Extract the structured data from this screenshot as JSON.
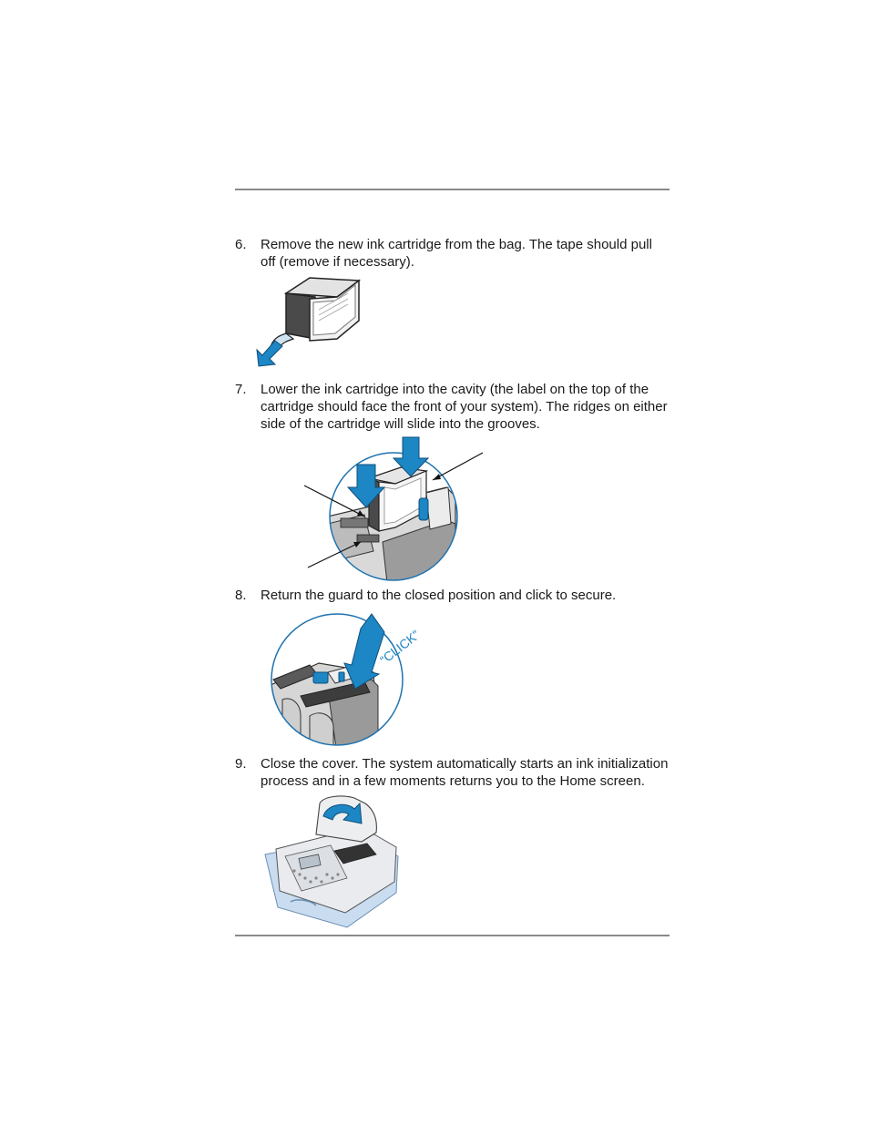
{
  "steps": [
    {
      "number": "6.",
      "text": "Remove the new ink cartridge from the bag. The tape should pull off (remove if necessary)."
    },
    {
      "number": "7.",
      "text": "Lower the ink cartridge into the cavity (the label on the top of the cartridge should face the front of your system). The ridges on either side of the cartridge will slide into the grooves."
    },
    {
      "number": "8.",
      "text": "Return the guard to the closed position and click to secure."
    },
    {
      "number": "9.",
      "text": "Close the cover. The system automatically starts an ink initialization process and in a few moments returns you to the Home screen."
    }
  ],
  "illustrations": {
    "click_label": "“CLICK”"
  },
  "colors": {
    "accent_blue": "#1d86c4",
    "circle_outline": "#1f73b0",
    "rule": "#8a8a8a",
    "machine_gray": "#bdbdbd",
    "machine_dark": "#4a4a4a"
  }
}
